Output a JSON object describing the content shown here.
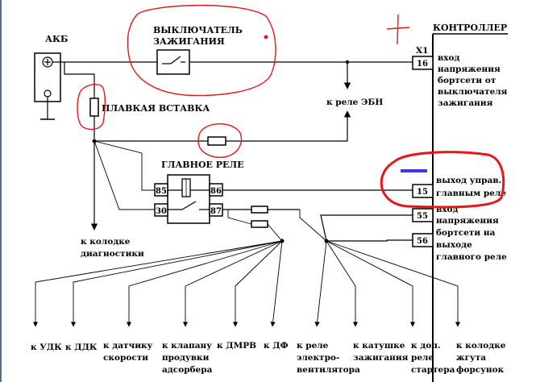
{
  "labels": {
    "akb": "АКБ",
    "switch_line1": "ВЫКЛЮЧАТЕЛЬ",
    "switch_line2": "ЗАЖИГАНИЯ",
    "controller": "КОНТРОЛЛЕР",
    "fuse": "ПЛАВКАЯ ВСТАВКА",
    "to_ebn": "к реле ЭБН",
    "main_relay": "ГЛАВНОЕ РЕЛЕ",
    "diag_line1": "к колодке",
    "diag_line2": "диагностики",
    "x1": "X1"
  },
  "pins": {
    "p16": "16",
    "p15": "15",
    "p55": "55",
    "p56": "56",
    "p85": "85",
    "p86": "86",
    "p30": "30",
    "p87": "87"
  },
  "controller_notes": {
    "pin16": [
      "вход",
      "напряжения",
      "бортсети от",
      "выключателя",
      "зажигания"
    ],
    "pin15": [
      "выход управ.",
      "главным реле"
    ],
    "pin55_56": [
      "вход",
      "напряжения",
      "бортсети на",
      "выходе",
      "главного реле"
    ]
  },
  "bottom_labels": {
    "udk": "к УДК",
    "dk2": "к ДДК",
    "speed": [
      "к датчику",
      "скорости"
    ],
    "valve": [
      "к клапану",
      "продувки",
      "адсорбера"
    ],
    "dmrv": "к ДМРВ",
    "df": "к ДФ",
    "fan": [
      "к реле",
      "электро-",
      "вентилятора"
    ],
    "coils": [
      "к катушке",
      "зажигания"
    ],
    "starter": [
      "к доп.",
      "реле",
      "стартера"
    ],
    "injectors": [
      "к колодке",
      "жгута",
      "форсунок"
    ]
  }
}
